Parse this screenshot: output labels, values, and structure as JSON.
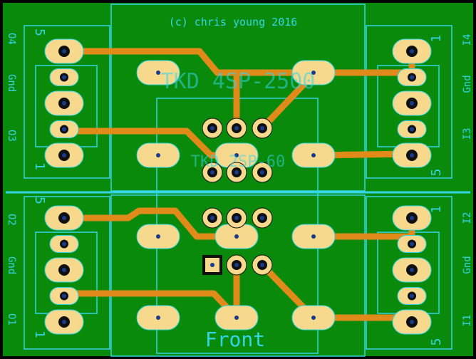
{
  "colors": {
    "board": "#0a8a0a",
    "background": "#000000",
    "trace": "#e08a1a",
    "pad": "#f7d98e",
    "silk": "#33d6e6",
    "hole": "#1a3a8c",
    "black_pad": "#101010"
  },
  "copyright": "(c) chris young 2016",
  "top_module": {
    "label_large": "TKD 4SP-2500",
    "label_small": "TKD 2SP-60"
  },
  "front_label": "Front",
  "connectors": {
    "left_top": {
      "pin_top": "5",
      "pin_bottom": "1",
      "side_labels": [
        "O4",
        "Gnd",
        "O3"
      ]
    },
    "left_bottom": {
      "pin_top": "5",
      "pin_bottom": "1",
      "side_labels": [
        "O2",
        "Gnd",
        "O1"
      ]
    },
    "right_top": {
      "pin_top": "1",
      "pin_bottom": "5",
      "side_labels": [
        "I4",
        "Gnd",
        "I3"
      ]
    },
    "right_bottom": {
      "pin_top": "1",
      "pin_bottom": "5",
      "side_labels": [
        "I2",
        "Gnd",
        "I1"
      ]
    }
  }
}
